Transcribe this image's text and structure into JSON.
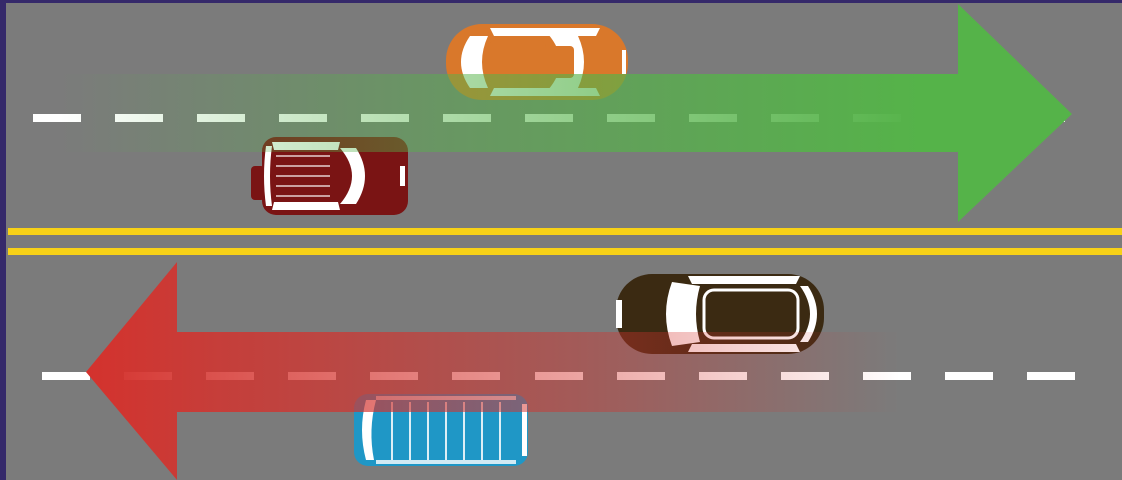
{
  "scene": {
    "description_label": "",
    "colors": {
      "frame": "#35296a",
      "road": "#7b7b7b",
      "lane_marking": "#ffffff",
      "center_line": "#f7d117",
      "arrow_right": "#55b349",
      "arrow_left": "#d4322d"
    },
    "arrows": [
      {
        "name": "arrow-right",
        "direction": "right"
      },
      {
        "name": "arrow-left",
        "direction": "left"
      }
    ],
    "vehicles": [
      {
        "name": "orange-car",
        "type": "sedan",
        "color": "#d9782b",
        "heading": "right",
        "lane": "top-upper"
      },
      {
        "name": "red-pickup",
        "type": "pickup",
        "color": "#7a1414",
        "heading": "right",
        "lane": "top-lower"
      },
      {
        "name": "brown-car",
        "type": "hatchback",
        "color": "#3b2a12",
        "heading": "left",
        "lane": "bottom-upper"
      },
      {
        "name": "blue-van",
        "type": "van",
        "color": "#1f97c6",
        "heading": "left",
        "lane": "bottom-lower"
      }
    ]
  }
}
